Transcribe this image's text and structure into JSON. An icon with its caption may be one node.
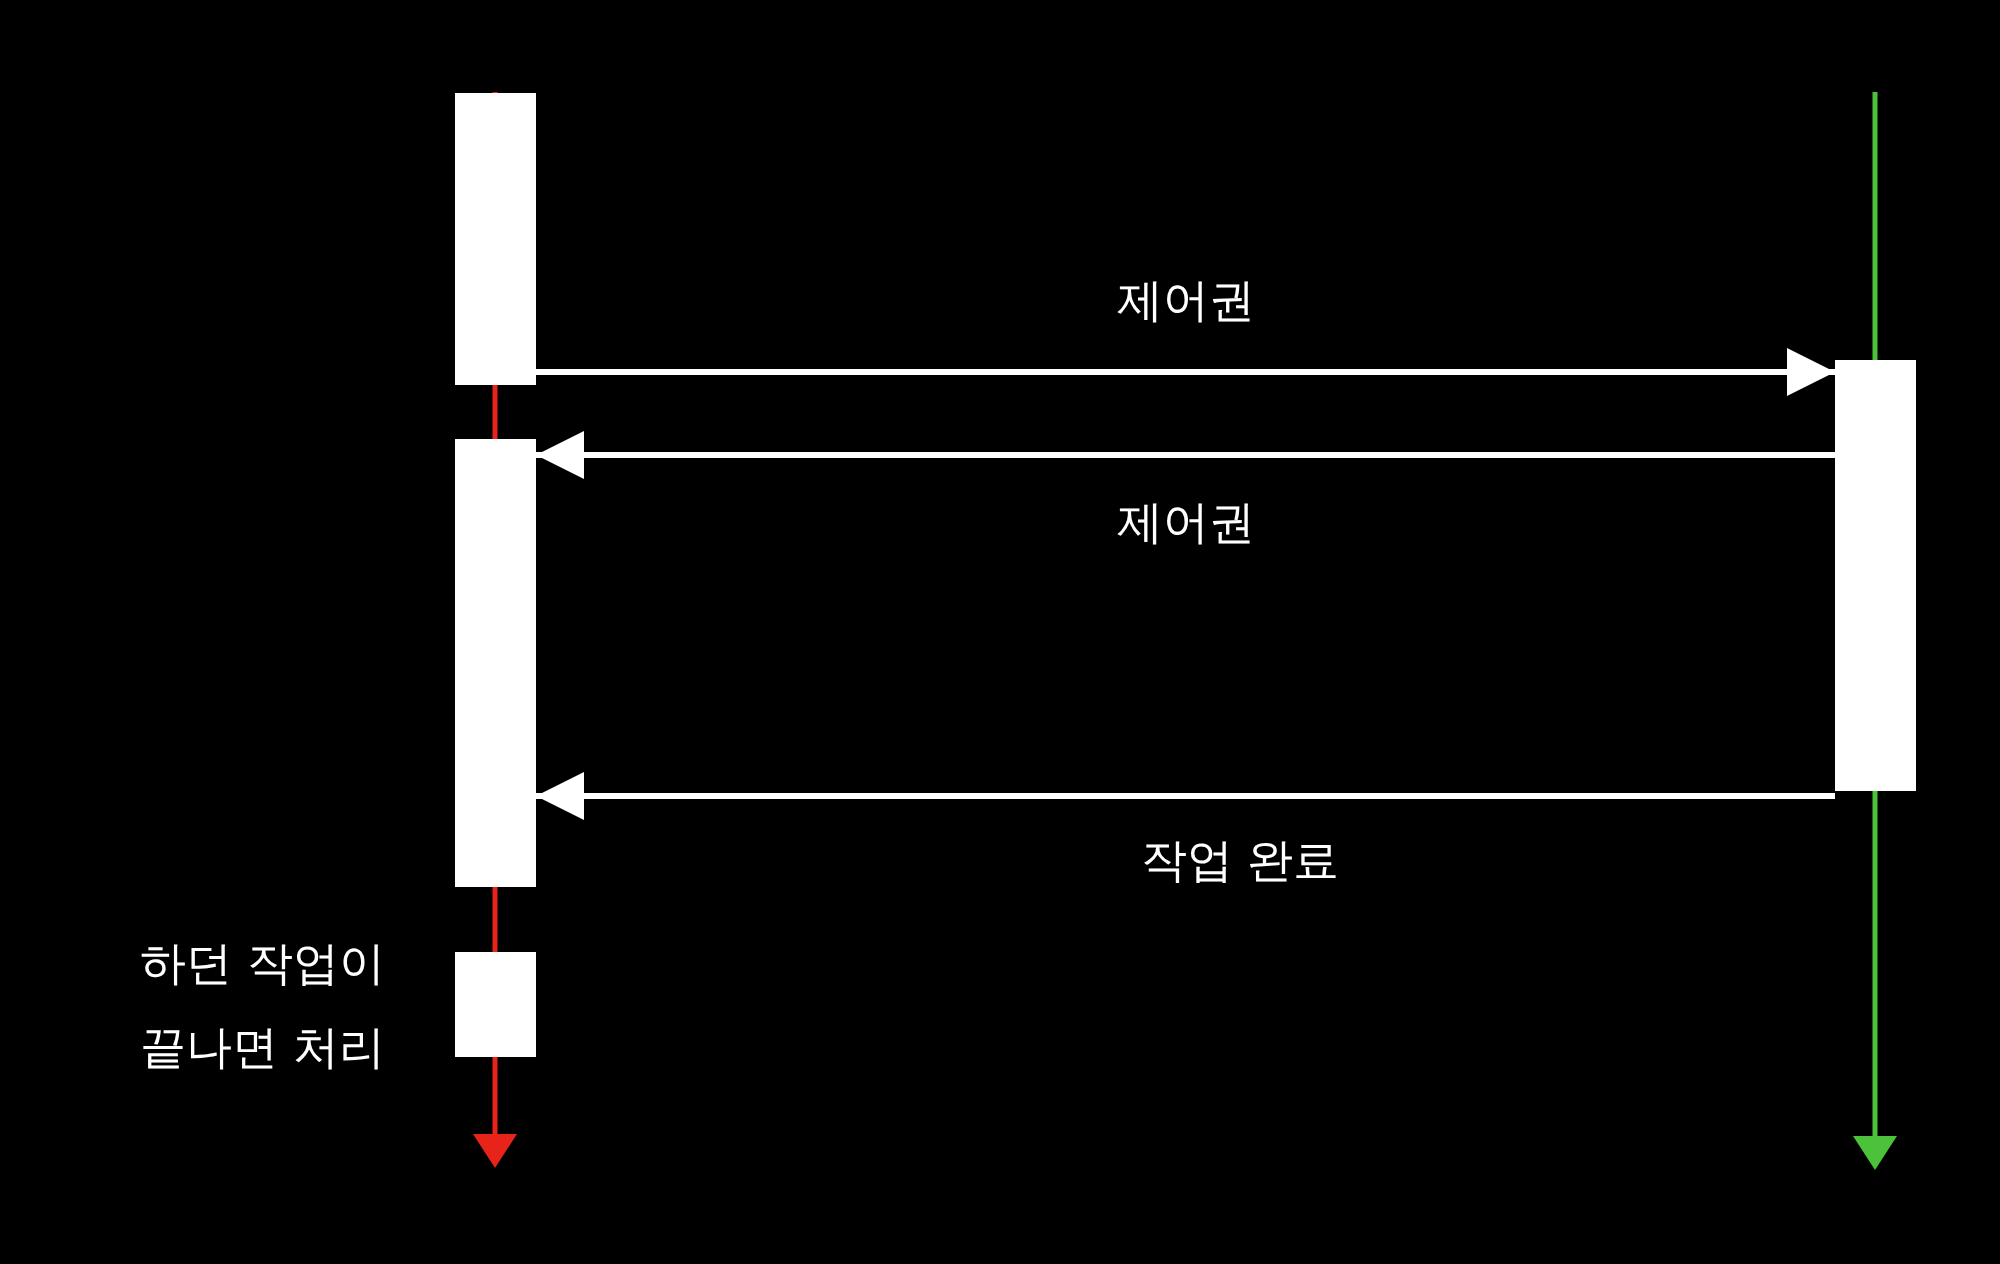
{
  "diagram": {
    "nodes": [
      {
        "text": [],
        "shape": "box"
      },
      {
        "text": [],
        "shape": "box"
      },
      {
        "text": [],
        "shape": "box",
        "beside": [
          "하던 작업이 끝나면 처리"
        ]
      },
      {
        "text": [],
        "shape": "box"
      }
    ],
    "edges": [
      {
        "from": 0,
        "to": 3,
        "arrow": "to",
        "label": "제어권"
      },
      {
        "from": 3,
        "to": 1,
        "arrow": "to",
        "label": "제어권"
      },
      {
        "from": 3,
        "to": 1,
        "arrow": "to",
        "label": "작업 완료"
      }
    ]
  }
}
